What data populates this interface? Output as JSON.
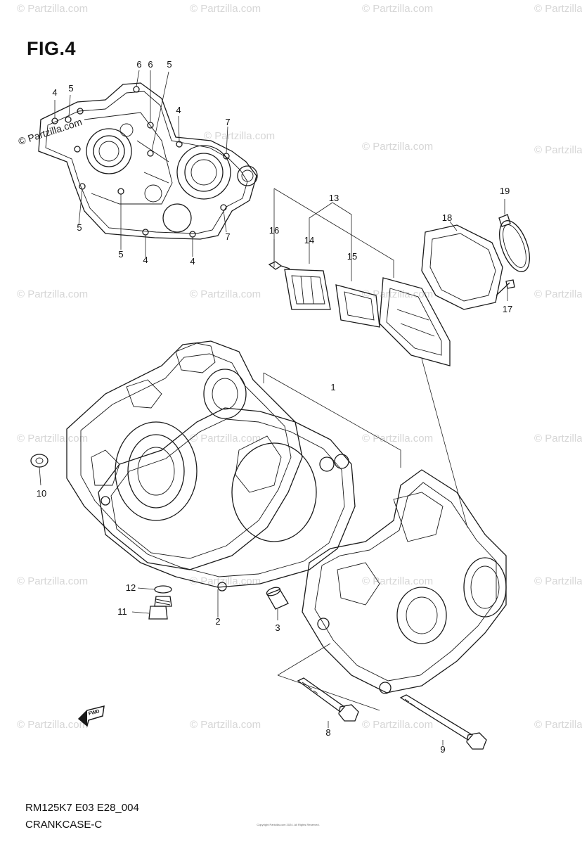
{
  "figure": {
    "title": "FIG.4",
    "code": "RM125K7 E03 E28_004",
    "name": "CRANKCASE-C",
    "copyright": "Copyright Partzilla.com 2024. All Rights Reserved."
  },
  "watermark": {
    "text": "© Partzilla.com",
    "logo_text": "© Partzilla.com"
  },
  "callouts": {
    "c1": "1",
    "c2": "2",
    "c3": "3",
    "c4a": "4",
    "c4b": "4",
    "c4c": "4",
    "c4d": "4",
    "c5a": "5",
    "c5b": "5",
    "c5c": "5",
    "c5d": "5",
    "c6a": "6",
    "c6b": "6",
    "c7a": "7",
    "c7b": "7",
    "c8": "8",
    "c9": "9",
    "c10": "10",
    "c11": "11",
    "c12": "12",
    "c13": "13",
    "c14": "14",
    "c15": "15",
    "c16": "16",
    "c17": "17",
    "c18": "18",
    "c19": "19"
  },
  "icons": {
    "fwd_arrow": "fwd-arrow-icon"
  },
  "fwd_label": "FWD"
}
